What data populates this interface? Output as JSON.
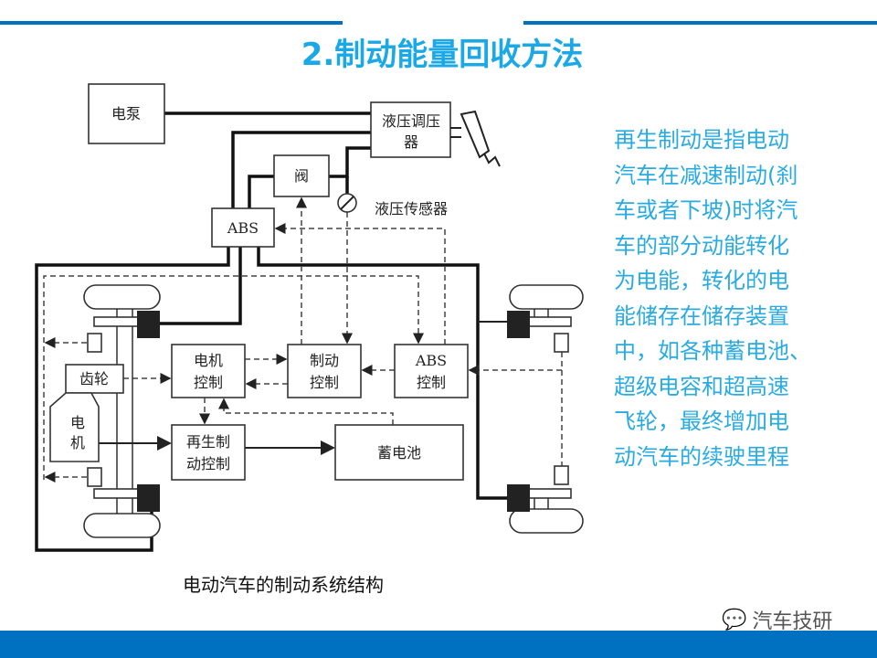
{
  "title": "2.制动能量回收方法",
  "description_lines": [
    "再生制动是指电动",
    "汽车在减速制动(刹",
    "车或者下坡)时将汽",
    "车的部分动能转化",
    "为电能，转化的电",
    "能储存在储存装置",
    "中，如各种蓄电池、",
    "超级电容和超高速",
    "飞轮，最终增加电",
    "动汽车的续驶里程"
  ],
  "diagram": {
    "pump": "电泵",
    "regulator_1": "液压调压",
    "regulator_2": "器",
    "valve": "阀",
    "sensor": "液压传感器",
    "abs": "ABS",
    "gear": "齿轮",
    "motor_1": "电",
    "motor_2": "机",
    "motor_ctrl_1": "电机",
    "motor_ctrl_2": "控制",
    "brake_ctrl_1": "制动",
    "brake_ctrl_2": "控制",
    "abs_ctrl_1": "ABS",
    "abs_ctrl_2": "控制",
    "regen_ctrl_1": "再生制",
    "regen_ctrl_2": "动控制",
    "battery": "蓄电池"
  },
  "caption": "电动汽车的制动系统结构",
  "watermark": "汽车技研",
  "colors": {
    "accent": "#0070c0",
    "title": "#1aa9e6",
    "text": "#29abe2"
  }
}
